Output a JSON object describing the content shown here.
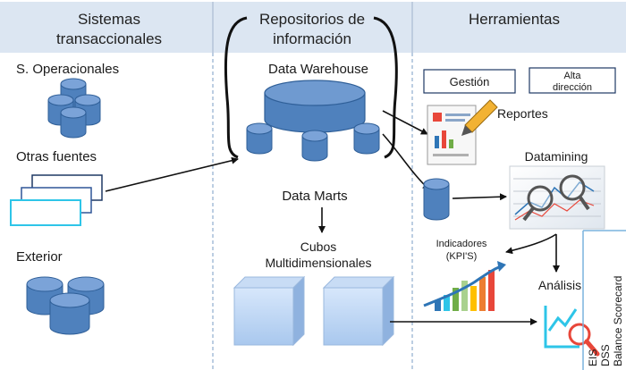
{
  "headers": {
    "col1_line1": "Sistemas",
    "col1_line2": "transaccionales",
    "col2_line1": "Repositorios de",
    "col2_line2": "información",
    "col3": "Herramientas"
  },
  "sources": {
    "operacionales": "S. Operacionales",
    "otras": "Otras fuentes",
    "exterior": "Exterior"
  },
  "repositories": {
    "data_warehouse": "Data Warehouse",
    "data_marts": "Data Marts",
    "cubos_line1": "Cubos",
    "cubos_line2": "Multidimensionales"
  },
  "tools": {
    "gestion": "Gestión",
    "alta_line1": "Alta",
    "alta_line2": "dirección",
    "reportes": "Reportes",
    "datamining": "Datamining",
    "indicadores_line1": "Indicadores",
    "indicadores_line2": "(KPI'S)",
    "analisis": "Análisis"
  },
  "side_panel": {
    "line1": "EIS",
    "line2": "DSS",
    "line3": "Balance Scorecard"
  },
  "colors": {
    "header_bg": "#dce6f2",
    "cylinder": "#4f81bd",
    "cylinder_top": "#6f9ad0",
    "cube": "#a9c8ee"
  }
}
